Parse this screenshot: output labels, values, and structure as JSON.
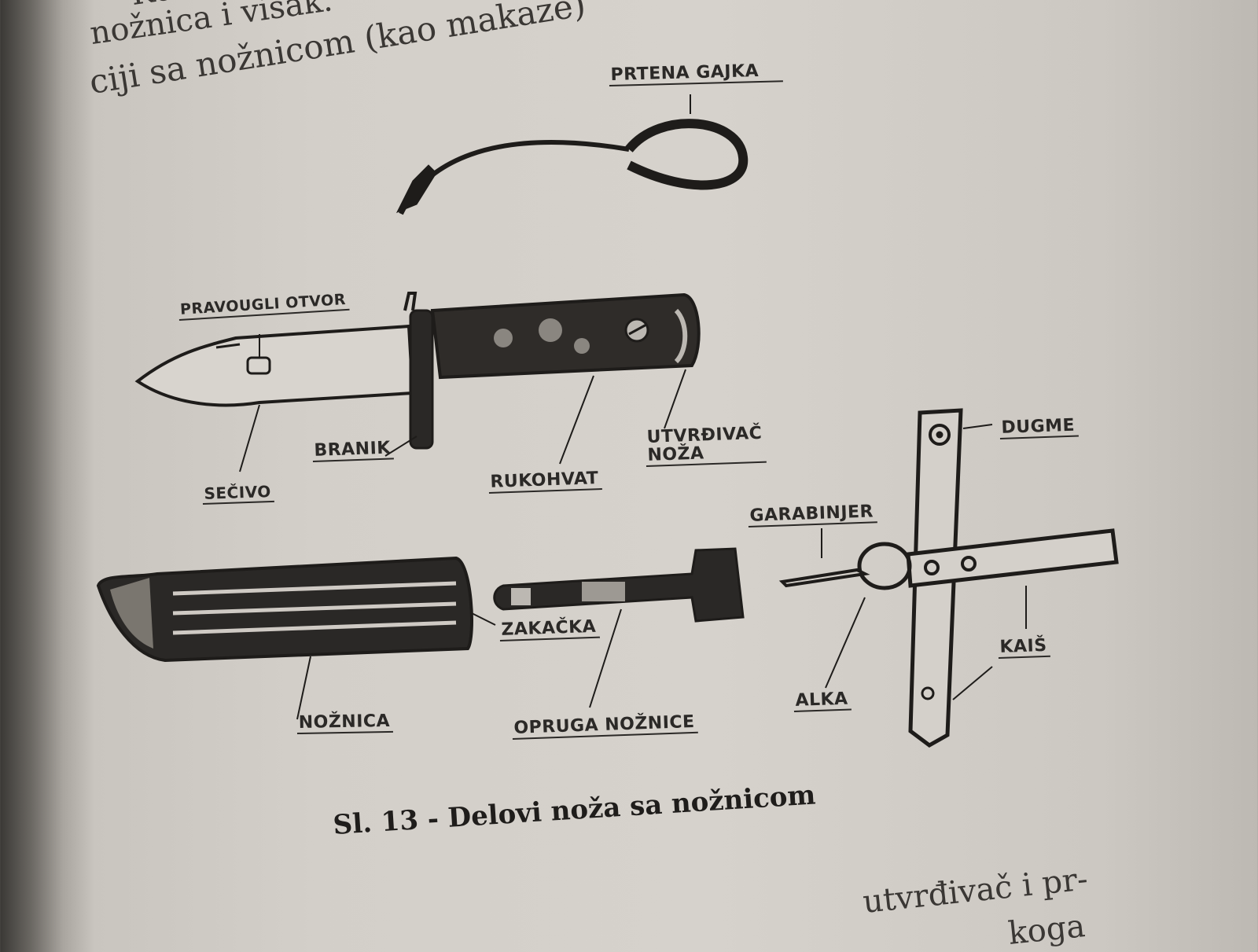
{
  "body_text": {
    "top_lines": [
      "Ko",
      "nožnica i visak.",
      "ciji sa nožnicom (kao makaze)"
    ],
    "bottom_lines": [
      "utvrđivač i pr-",
      "koga"
    ]
  },
  "labels": {
    "prtena_gajka": "PRTENA GAJKA",
    "pravougli_otvor": "PRAVOUGLI OTVOR",
    "branik": "BRANIK",
    "secivo": "SEČIVO",
    "rukohvat": "RUKOHVAT",
    "utvrdivac_noza": [
      "UTVRĐIVAČ",
      "NOŽA"
    ],
    "dugme": "DUGME",
    "garabinjer": "GARABINJER",
    "kais": "KAIŠ",
    "alka": "ALKA",
    "zakacka": "ZAKAČKA",
    "noznica": "NOŽNICA",
    "opruga_noznice": "OPRUGA NOŽNICE"
  },
  "caption": "Sl. 13 - Delovi noža sa nožnicom"
}
